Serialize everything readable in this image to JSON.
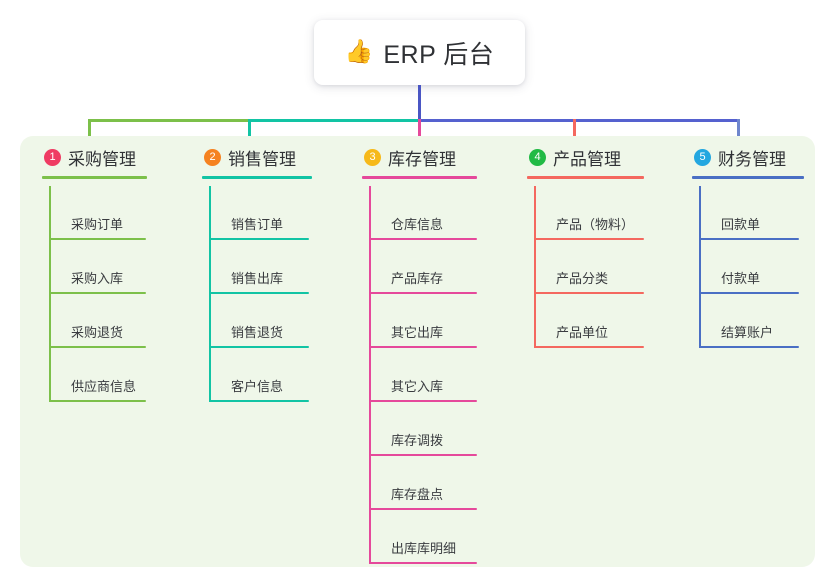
{
  "diagram": {
    "type": "mindmap",
    "title": "ERP 后台",
    "root": {
      "emoji": "👍",
      "emoji_name": "thumbs-up-emoji",
      "label": "ERP 后台",
      "card_color": "#ffffff"
    },
    "panel_color": "#eff7e9",
    "connector_colors": {
      "trunk": "#4a56c4",
      "bar_left": "#7cc04a",
      "bar_mid": "#12c4a4",
      "bar_right": "#5561cf"
    },
    "branches": [
      {
        "number": "1",
        "label": "采购管理",
        "badge_color": "#ef3b63",
        "accent": "#7cc04a",
        "drop_color": "#7cc04a",
        "items": [
          {
            "label": "采购订单"
          },
          {
            "label": "采购入库"
          },
          {
            "label": "采购退货"
          },
          {
            "label": "供应商信息"
          }
        ]
      },
      {
        "number": "2",
        "label": "销售管理",
        "badge_color": "#f58220",
        "accent": "#12c4a4",
        "drop_color": "#12c4a4",
        "items": [
          {
            "label": "销售订单"
          },
          {
            "label": "销售出库"
          },
          {
            "label": "销售退货"
          },
          {
            "label": "客户信息"
          }
        ]
      },
      {
        "number": "3",
        "label": "库存管理",
        "badge_color": "#f6b91a",
        "accent": "#e5499b",
        "drop_color": "#e5499b",
        "items": [
          {
            "label": "仓库信息"
          },
          {
            "label": "产品库存"
          },
          {
            "label": "其它出库"
          },
          {
            "label": "其它入库"
          },
          {
            "label": "库存调拨"
          },
          {
            "label": "库存盘点"
          },
          {
            "label": "出库库明细"
          }
        ]
      },
      {
        "number": "4",
        "label": "产品管理",
        "badge_color": "#21ba45",
        "accent": "#f4685f",
        "drop_color": "#f4685f",
        "items": [
          {
            "label": "产品（物料）"
          },
          {
            "label": "产品分类"
          },
          {
            "label": "产品单位"
          }
        ]
      },
      {
        "number": "5",
        "label": "财务管理",
        "badge_color": "#23a7e0",
        "accent": "#4a6fc4",
        "drop_color": "#6f86cd",
        "items": [
          {
            "label": "回款单"
          },
          {
            "label": "付款单"
          },
          {
            "label": "结算账户"
          }
        ]
      }
    ]
  }
}
